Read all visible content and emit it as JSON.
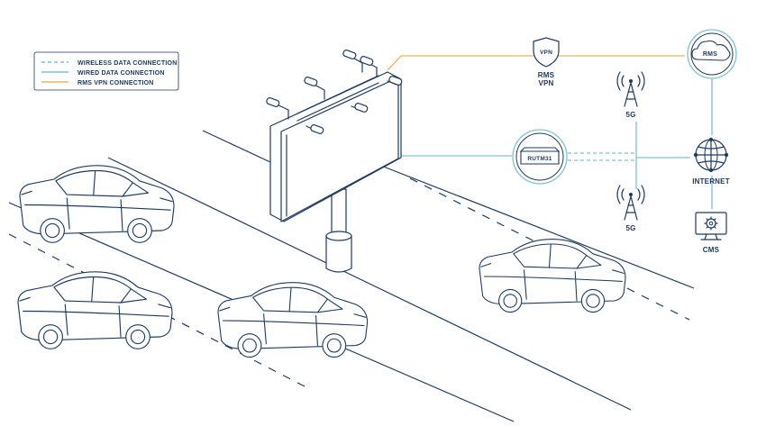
{
  "legend": {
    "items": [
      {
        "label": "WIRELESS DATA CONNECTION",
        "style": "dashed",
        "color": "#7ec3cf"
      },
      {
        "label": "WIRED DATA CONNECTION",
        "style": "solid",
        "color": "#7ec3cf"
      },
      {
        "label": "RMS VPN CONNECTION",
        "style": "solid",
        "color": "#f2b45a"
      }
    ]
  },
  "nodes": {
    "vpn_badge": "VPN",
    "rms_vpn_line1": "RMS",
    "rms_vpn_line2": "VPN",
    "rms_cloud": "RMS",
    "router": "RUTM31",
    "tower_top": "5G",
    "tower_bottom": "5G",
    "internet": "INTERNET",
    "cms": "CMS"
  },
  "colors": {
    "line_art": "#1d3b63",
    "wired": "#7ec3cf",
    "vpn": "#f2b45a",
    "label": "#1d3b63"
  },
  "icons": [
    "shield-icon",
    "cloud-icon",
    "router-icon",
    "cell-tower-icon",
    "globe-icon",
    "monitor-gear-icon",
    "billboard-icon",
    "car-icon"
  ]
}
